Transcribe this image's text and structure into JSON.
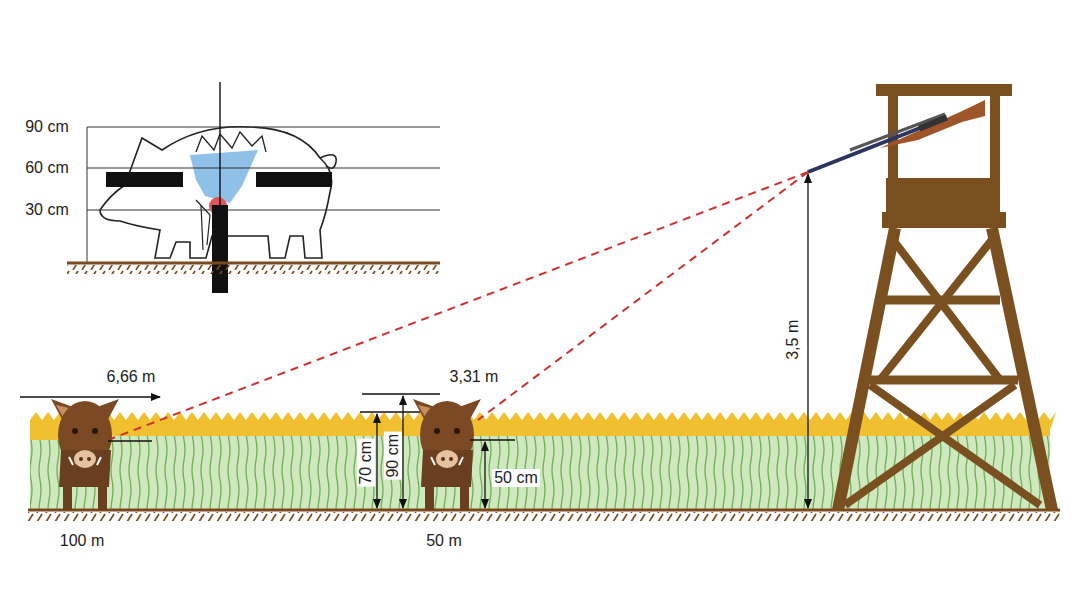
{
  "diagram": {
    "labels": [
      "90 cm",
      "60 cm",
      "30 cm",
      "6,66 m",
      "3,31 m",
      "70 cm",
      "90 cm",
      "50 cm",
      "3,5 m",
      "100 m",
      "50 m"
    ]
  }
}
